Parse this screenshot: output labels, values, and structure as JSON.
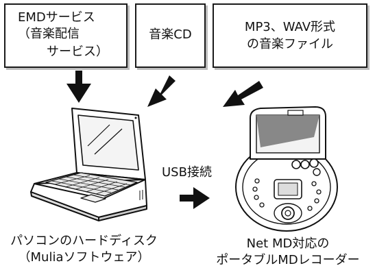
{
  "sources": {
    "emd": {
      "line1": "EMDサービス",
      "line2": "（音楽配信",
      "line3": "サービス）"
    },
    "cd": {
      "label": "音楽CD"
    },
    "files": {
      "line1": "MP3、WAV形式",
      "line2": "の音楽ファイル"
    }
  },
  "connection": {
    "label": "USB接続"
  },
  "pc": {
    "line1": "パソコンのハードディスク",
    "line2": "（Muliaソフトウェア）"
  },
  "recorder": {
    "line1": "Net MD対応の",
    "line2": "ポータブルMDレコーダー"
  }
}
